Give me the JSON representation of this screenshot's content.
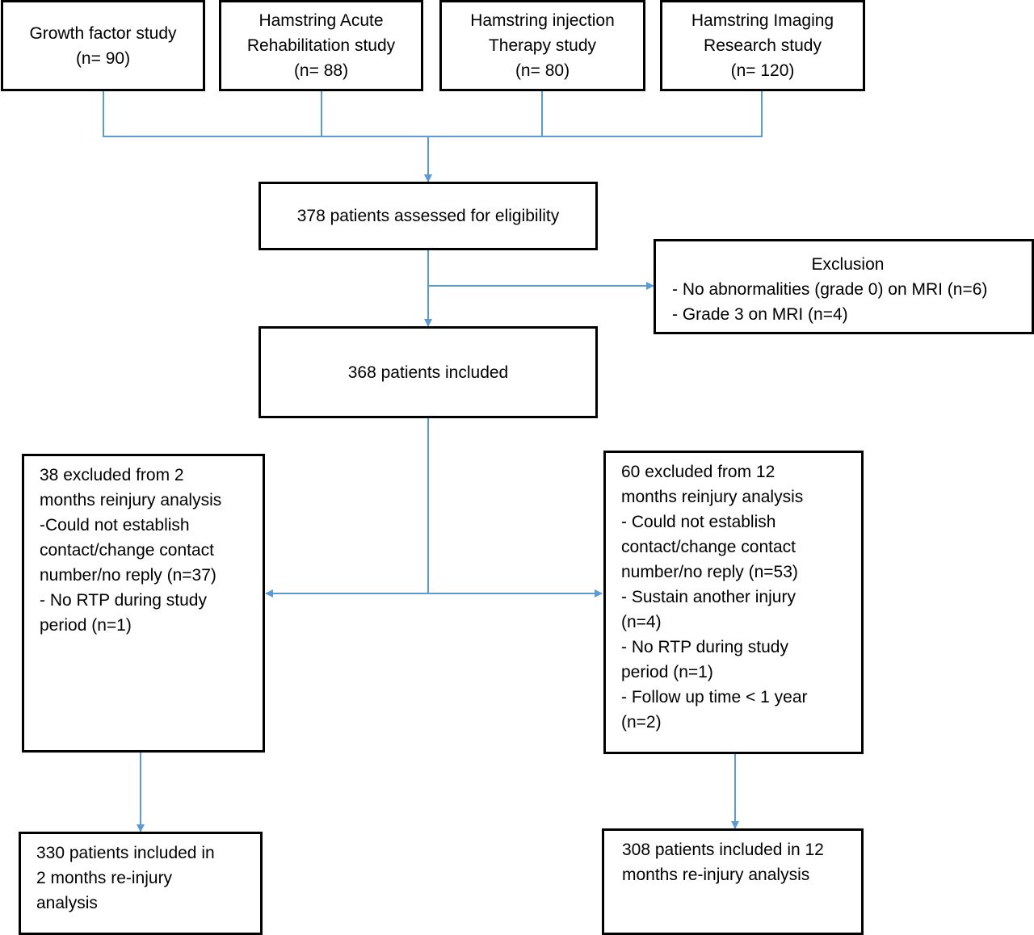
{
  "sources": [
    {
      "lines": [
        "Growth factor study",
        "(n= 90)"
      ]
    },
    {
      "lines": [
        "Hamstring Acute",
        "Rehabilitation study",
        "(n= 88)"
      ]
    },
    {
      "lines": [
        "Hamstring injection",
        "Therapy study",
        "(n= 80)"
      ]
    },
    {
      "lines": [
        "Hamstring Imaging",
        "Research study",
        "(n= 120)"
      ]
    }
  ],
  "assessed": {
    "text": "378 patients assessed for eligibility"
  },
  "exclusion": {
    "title": "Exclusion",
    "items": [
      "- No abnormalities (grade 0) on MRI (n=6)",
      "- Grade 3 on MRI (n=4)"
    ]
  },
  "included": {
    "text": "368 patients included"
  },
  "excluded_2m": {
    "lines": [
      "38 excluded from 2",
      "months reinjury analysis",
      "-Could not establish",
      "contact/change contact",
      "number/no reply (n=37)",
      "- No RTP during study",
      "period (n=1)"
    ]
  },
  "excluded_12m": {
    "lines": [
      "60 excluded from 12",
      "months reinjury analysis",
      "- Could not establish",
      "contact/change contact",
      "number/no reply (n=53)",
      "- Sustain another injury",
      "(n=4)",
      "- No RTP during study",
      "period (n=1)",
      "- Follow up time < 1 year",
      "(n=2)"
    ]
  },
  "final_2m": {
    "lines": [
      "330 patients included in",
      "2 months re-injury",
      "analysis"
    ]
  },
  "final_12m": {
    "lines": [
      "308 patients included in 12",
      "months re-injury analysis"
    ]
  },
  "colors": {
    "connector": "#5b9bd5",
    "box_border": "#000000"
  }
}
